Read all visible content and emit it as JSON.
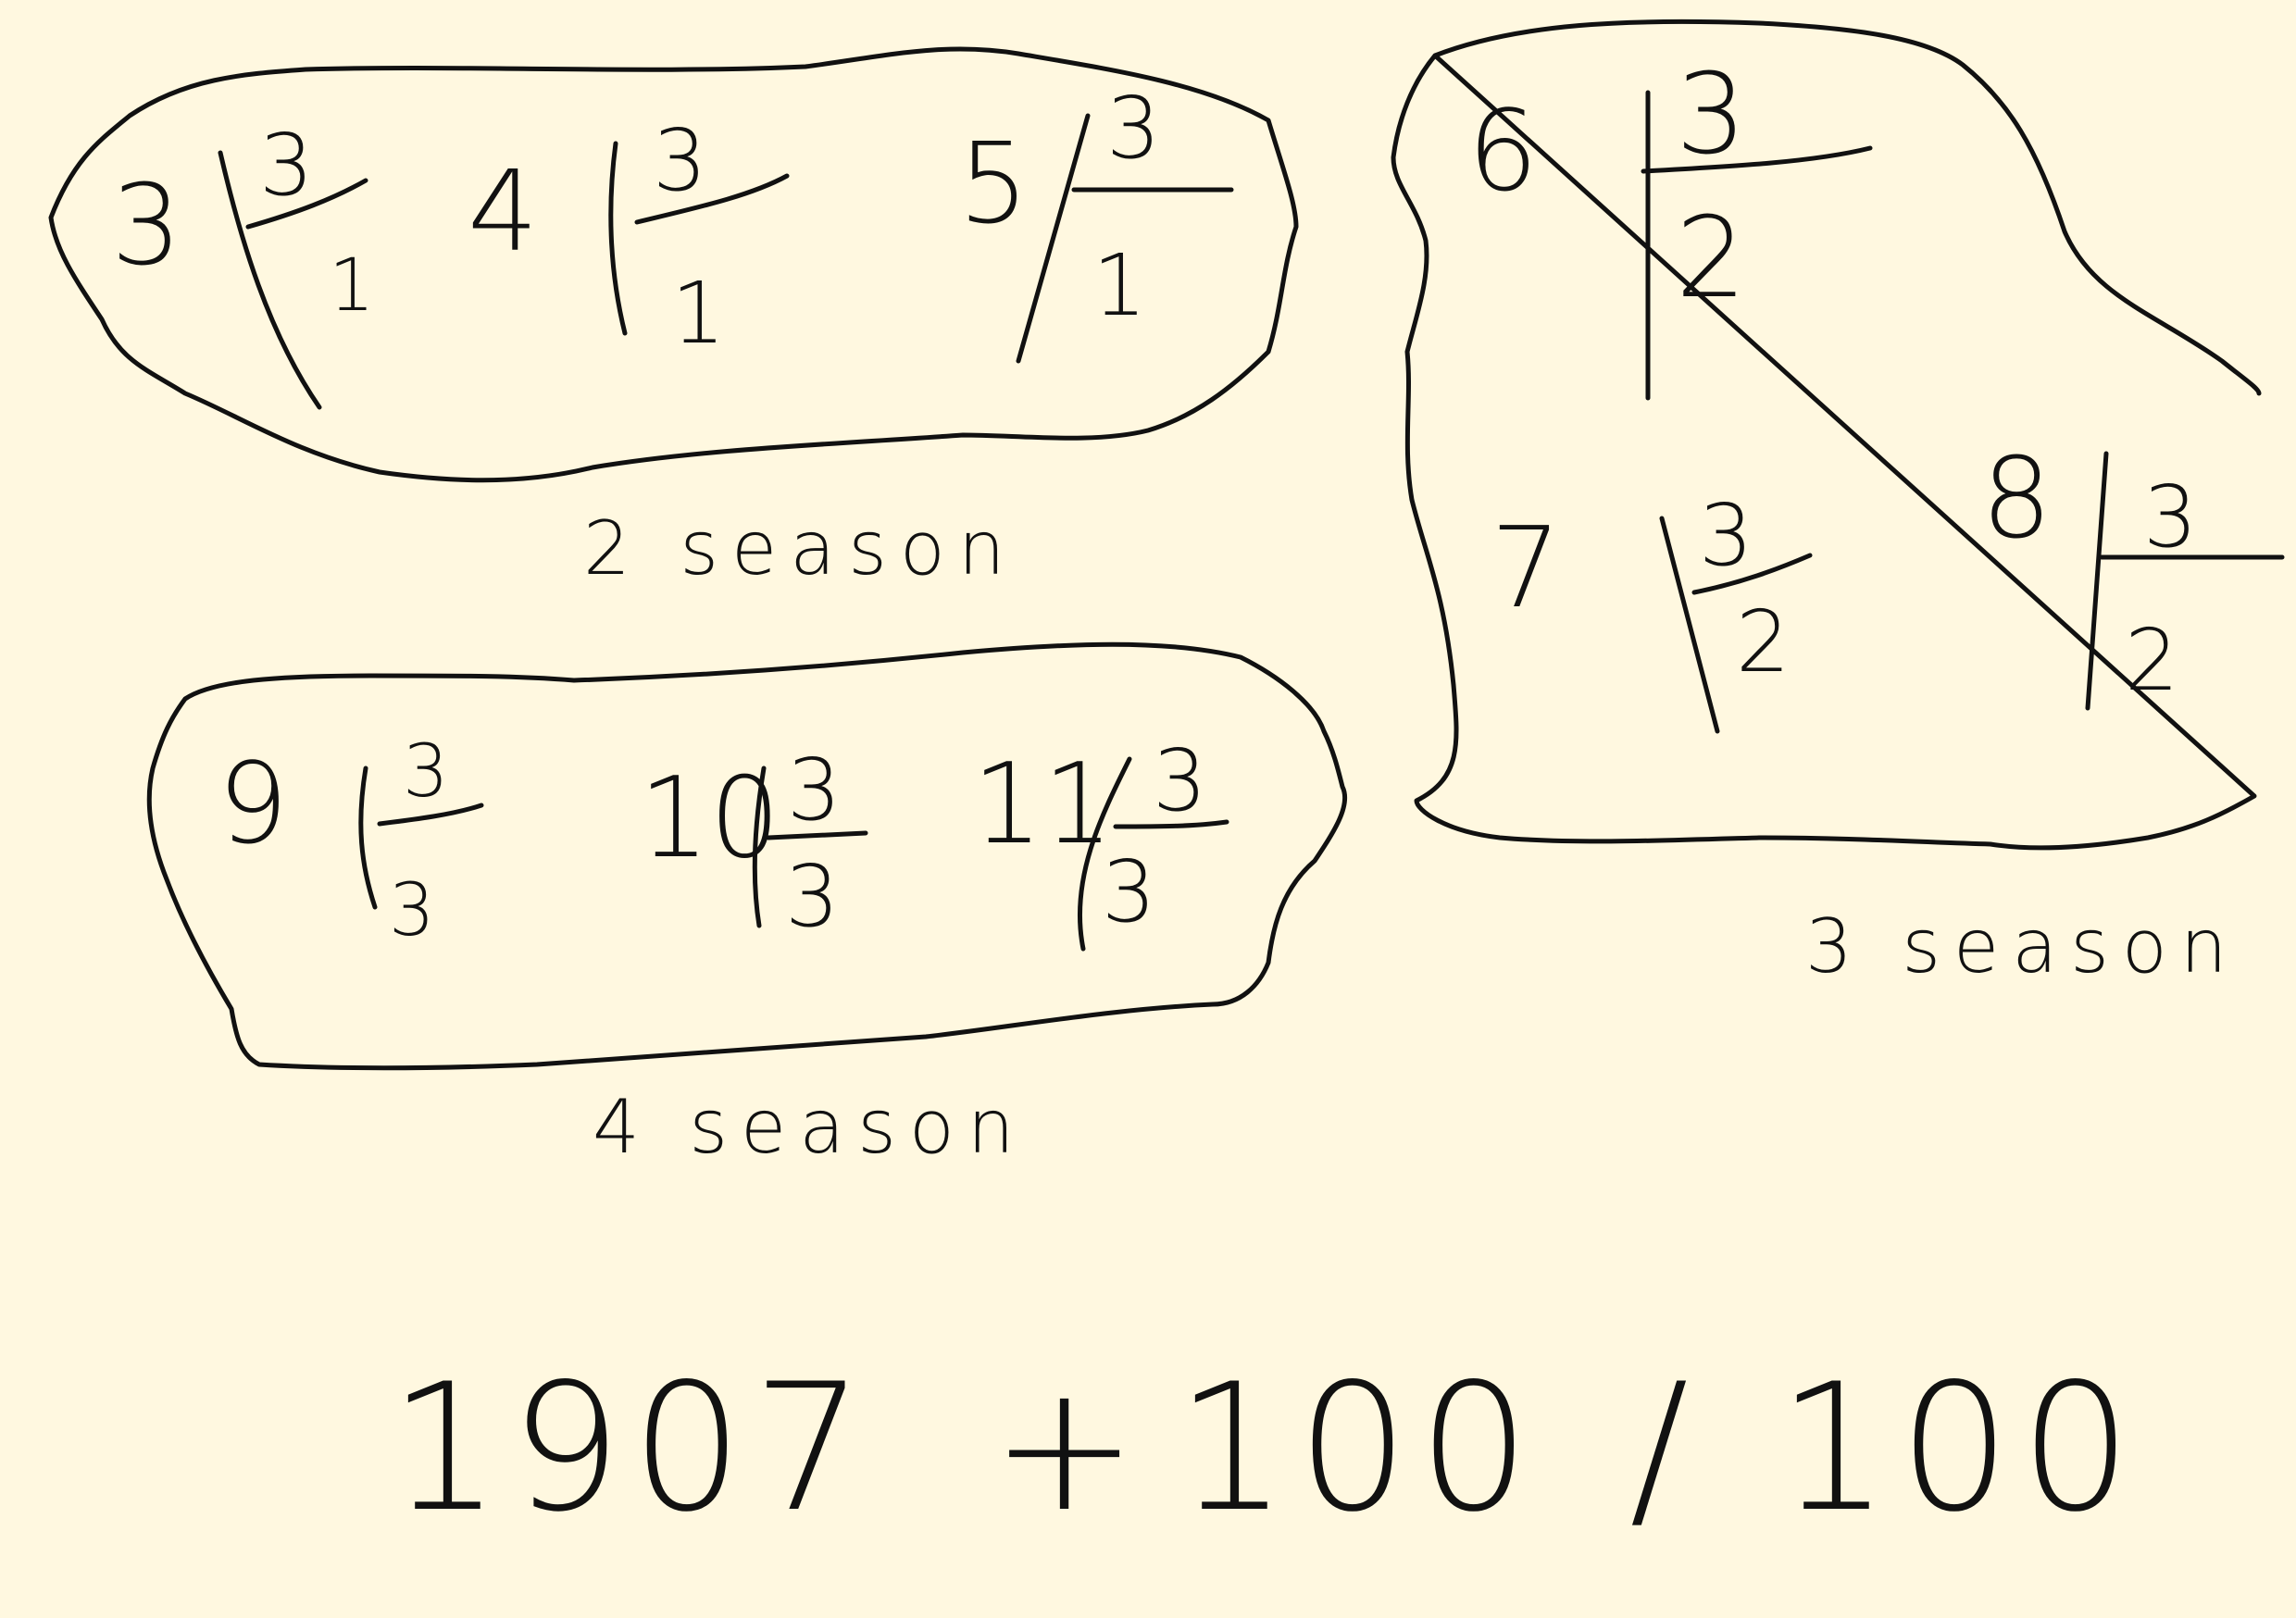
{
  "groups": [
    {
      "label": "2 season",
      "items": [
        {
          "n": "3",
          "top": "3",
          "bottom": "1"
        },
        {
          "n": "4",
          "top": "3",
          "bottom": "1"
        },
        {
          "n": "5",
          "top": "3",
          "bottom": "1"
        }
      ]
    },
    {
      "label": "3 season",
      "items": [
        {
          "n": "6",
          "top": "3",
          "bottom": "2"
        },
        {
          "n": "7",
          "top": "3",
          "bottom": "2"
        },
        {
          "n": "8",
          "top": "3",
          "bottom": "2"
        }
      ]
    },
    {
      "label": "4 season",
      "items": [
        {
          "n": "9",
          "top": "3",
          "bottom": "3"
        },
        {
          "n": "10",
          "top": "3",
          "bottom": "3"
        },
        {
          "n": "11",
          "top": "3",
          "bottom": "3"
        }
      ]
    }
  ],
  "equation": {
    "a": "1907",
    "plus": "+",
    "b": "100",
    "slash": "/",
    "c": "100"
  },
  "colors": {
    "background": "#fff8e0",
    "ink": "#111111"
  }
}
